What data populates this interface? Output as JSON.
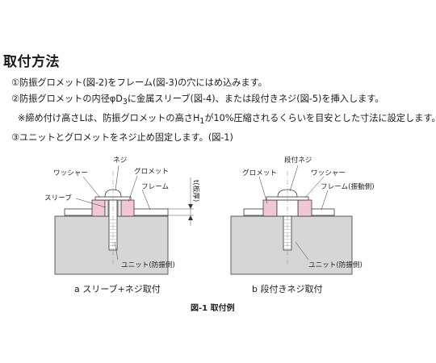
{
  "title": "取付方法",
  "steps": {
    "s1": "①防振グロメット(図-2)をフレーム(図-3)の穴にはめ込みます。",
    "s2_a": "②防振グロメットの内径φD",
    "s2_sub": "3",
    "s2_b": "に金属スリーブ(図-4)、または段付きネジ(図-5)を挿入します。",
    "note_a": "※締め付け高さLは、防振グロメットの高さH",
    "note_sub": "1",
    "note_b": "が10%圧縮されるくらいを目安とした寸法に設定します。",
    "s3": "③ユニットとグロメットをネジ止め固定します。(図-1)"
  },
  "fig_a": {
    "screw": "ネジ",
    "washer": "ワッシャー",
    "grommet": "グロメット",
    "frame": "フレーム",
    "sleeve": "スリーブ",
    "thickness": "t(板厚)",
    "unit": "ユニット(防振側)",
    "caption": "a  スリーブ+ネジ取付"
  },
  "fig_b": {
    "stepped_screw": "段付ネジ",
    "grommet": "グロメット",
    "washer": "ワッシャー",
    "frame": "フレーム(振動側)",
    "unit": "ユニット(防振側)",
    "caption": "b  段付きネジ取付"
  },
  "figure_caption": "図-1  取付例",
  "colors": {
    "unit_fill": "#d6d6d6",
    "grommet_fill": "#f1c6d6",
    "sleeve_fill": "#e8e8e8",
    "line": "#3a3a3a"
  }
}
